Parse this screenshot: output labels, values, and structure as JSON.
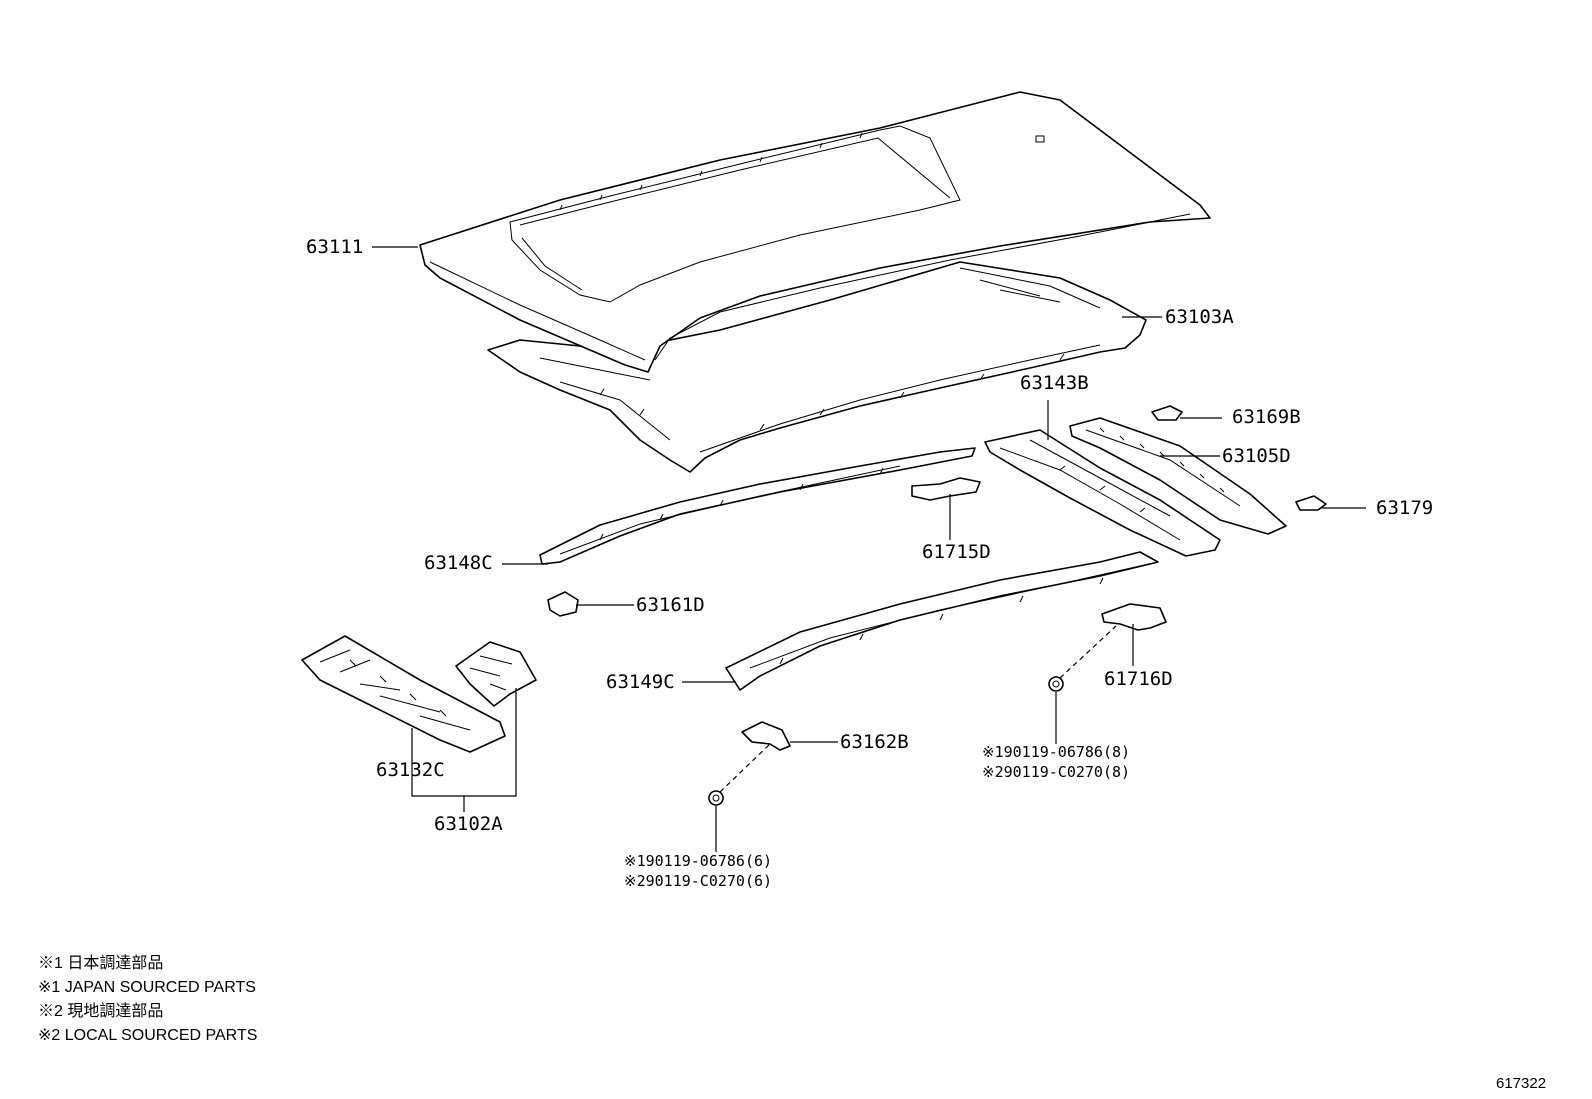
{
  "part_labels": [
    {
      "id": "roof-panel",
      "text": "63111"
    },
    {
      "id": "roof-reinforcement-front",
      "text": "63103A"
    },
    {
      "id": "roof-bow",
      "text": "63143B"
    },
    {
      "id": "roof-seal-plate",
      "text": "63169B"
    },
    {
      "id": "roof-rear-rail",
      "text": "63105D"
    },
    {
      "id": "roof-drip-plate",
      "text": "63179"
    },
    {
      "id": "roof-side-rail-lh",
      "text": "63148C"
    },
    {
      "id": "bracket-center",
      "text": "61715D"
    },
    {
      "id": "bracket-front-lh",
      "text": "63161D"
    },
    {
      "id": "roof-side-rail-rh",
      "text": "63149C"
    },
    {
      "id": "bracket-rear-rh",
      "text": "61716D"
    },
    {
      "id": "bracket-front-rh",
      "text": "63162B"
    },
    {
      "id": "front-header-panel",
      "text": "63132C"
    },
    {
      "id": "front-header-assy",
      "text": "63102A"
    }
  ],
  "fastener_notes": {
    "right": [
      "※190119-06786(8)",
      "※290119-C0270(8)"
    ],
    "left": [
      "※190119-06786(6)",
      "※290119-C0270(6)"
    ]
  },
  "legend": [
    "※1 日本調達部品",
    "※1 JAPAN SOURCED PARTS",
    "※2 現地調達部品",
    "※2 LOCAL SOURCED PARTS"
  ],
  "drawing_number": "617322"
}
